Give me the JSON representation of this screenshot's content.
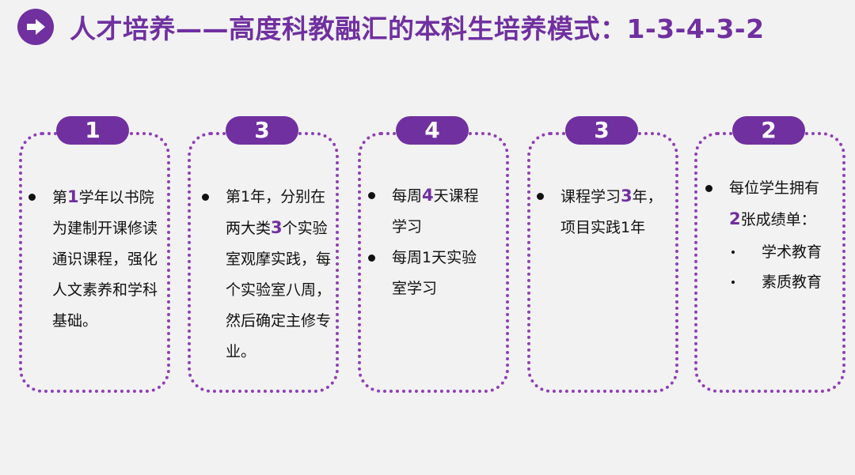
{
  "header": {
    "icon": "arrow-right-icon",
    "title": "人才培养——高度科教融汇的本科生培养模式：1-3-4-3-2"
  },
  "cards": [
    {
      "number": "1",
      "bullets": [
        {
          "pre": "第",
          "hl": "1",
          "post": "学年以书院为建制开课修读通识课程，强化人文素养和学科基础。"
        }
      ]
    },
    {
      "number": "3",
      "bullets": [
        {
          "pre": "第1年，分别在两大类",
          "hl": "3",
          "post": "个实验室观摩实践，每个实验室八周，然后确定主修专业。"
        }
      ]
    },
    {
      "number": "4",
      "bullets": [
        {
          "pre": "每周",
          "hl": "4",
          "post": "天课程学习"
        },
        {
          "pre": "每周1天实验室学习",
          "hl": "",
          "post": ""
        }
      ]
    },
    {
      "number": "3",
      "bullets": [
        {
          "pre": "课程学习",
          "hl": "3",
          "post": "年，项目实践1年"
        }
      ]
    },
    {
      "number": "2",
      "bullets": [
        {
          "pre": "每位学生拥有",
          "hl": "2",
          "post": "张成绩单："
        }
      ],
      "sub_items": [
        "学术教育",
        "素质教育"
      ]
    }
  ],
  "colors": {
    "accent": "#7030a0",
    "background": "#f2f2f2"
  }
}
